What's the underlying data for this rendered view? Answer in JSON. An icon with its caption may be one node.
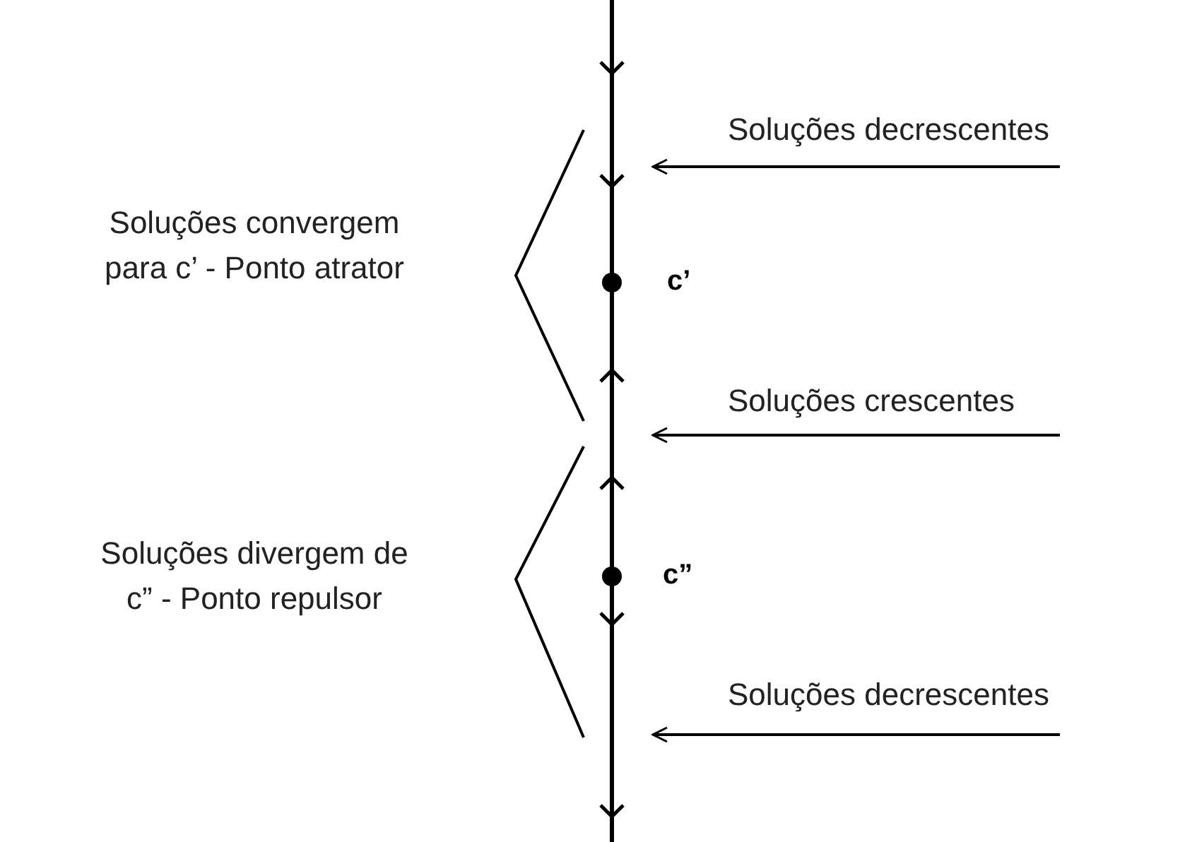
{
  "diagram": {
    "nodes": [
      {
        "text": [
          "Soluções convergem para c’ - Ponto atrator"
        ]
      },
      {
        "text": [
          "Soluções divergem de c” - Ponto repulsor"
        ]
      },
      {
        "text": [
          "Soluções decrescentes"
        ]
      },
      {
        "text": [
          "Soluções crescentes"
        ]
      },
      {
        "text": [
          "Soluções decrescentes"
        ]
      }
    ],
    "edges": [
      {
        "from": 2,
        "to": null,
        "arrow": "to"
      },
      {
        "from": 3,
        "to": null,
        "arrow": "to"
      },
      {
        "from": 4,
        "to": null,
        "arrow": "to"
      }
    ],
    "labels": [
      "c’",
      "c”"
    ]
  }
}
